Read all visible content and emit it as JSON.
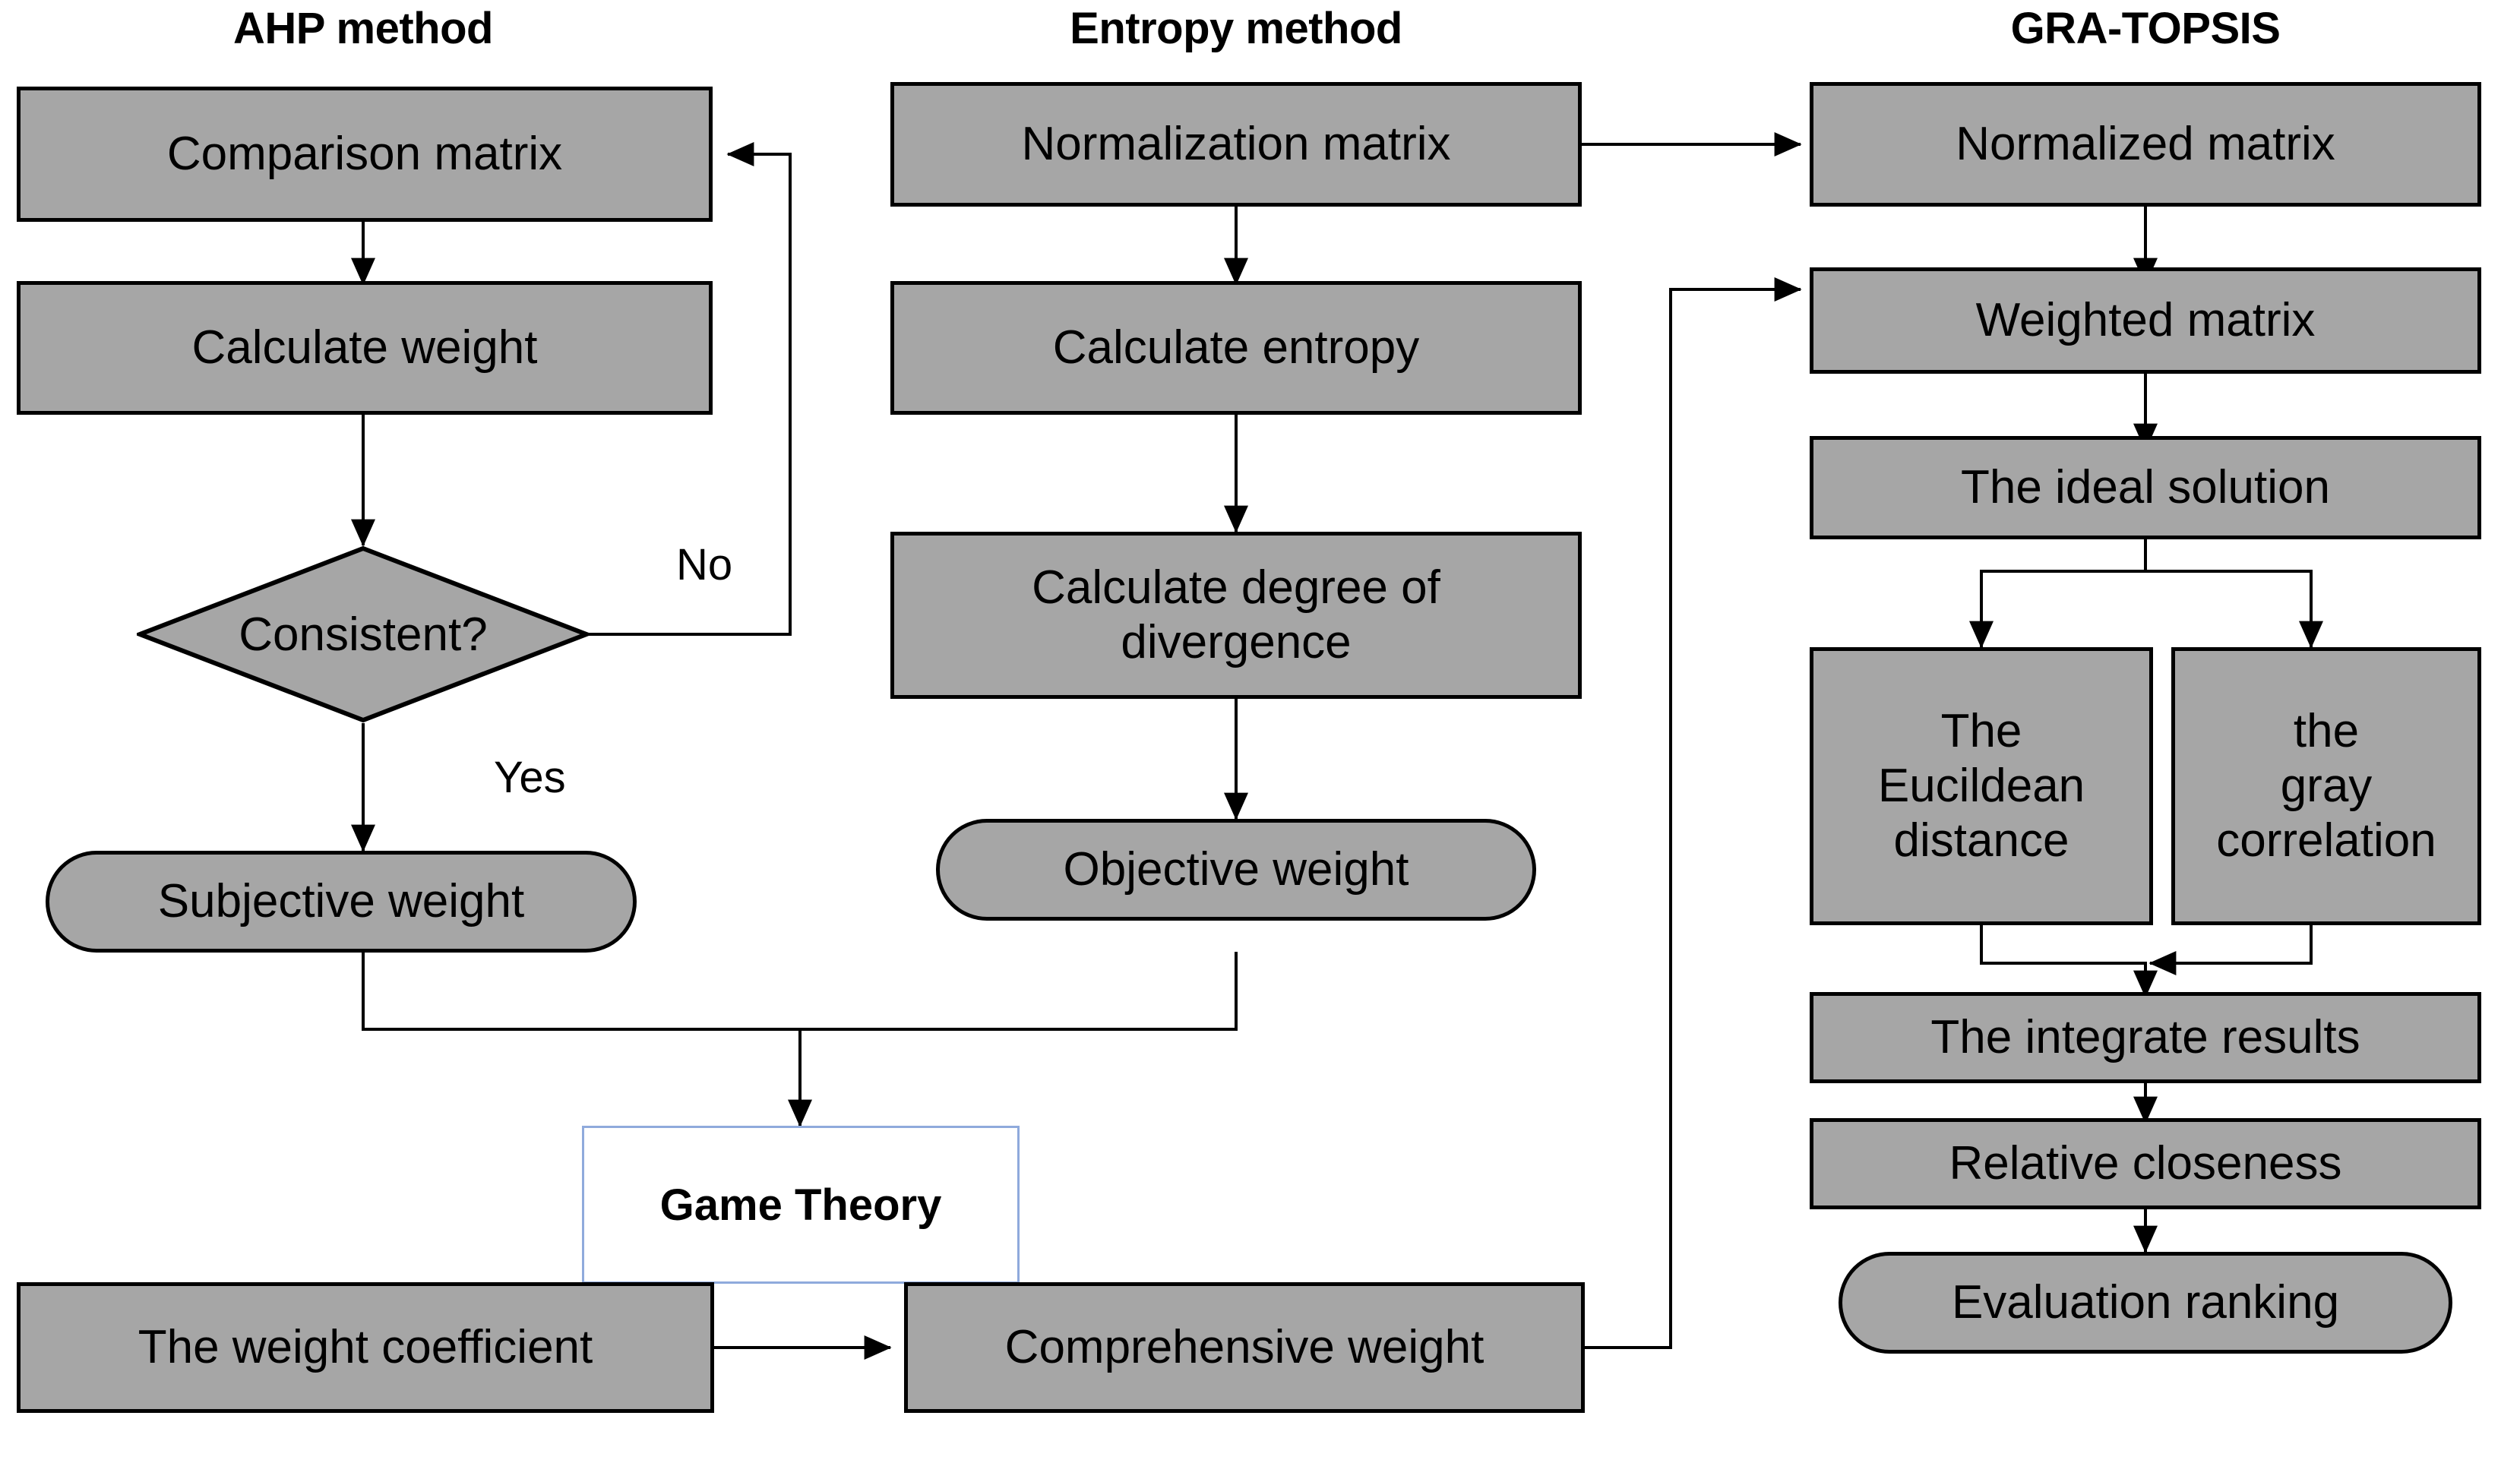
{
  "diagram": {
    "title_row": {
      "ahp": "AHP method",
      "entropy": "Entropy method",
      "gra": "GRA-TOPSIS"
    },
    "colors": {
      "node_fill": "#a6a6a6",
      "node_stroke": "#000000",
      "gametheory_stroke": "#8faadc",
      "gametheory_fill": "#ffffff",
      "background": "#ffffff",
      "connector": "#000000"
    },
    "columns": [
      {
        "name": "ahp",
        "title": "AHP method",
        "nodes": [
          {
            "id": "comparison-matrix",
            "label": "Comparison matrix",
            "shape": "rect"
          },
          {
            "id": "calculate-weight",
            "label": "Calculate weight",
            "shape": "rect"
          },
          {
            "id": "consistent",
            "label": "Consistent?",
            "shape": "diamond"
          },
          {
            "id": "subjective-weight",
            "label": "Subjective weight",
            "shape": "rounded"
          }
        ]
      },
      {
        "name": "entropy",
        "title": "Entropy method",
        "nodes": [
          {
            "id": "normalization-matrix",
            "label": "Normalization matrix",
            "shape": "rect"
          },
          {
            "id": "calculate-entropy",
            "label": "Calculate entropy",
            "shape": "rect"
          },
          {
            "id": "calculate-degree-of-divergence",
            "label": "Calculate degree of divergence",
            "line1": "Calculate degree of",
            "line2": "divergence",
            "shape": "rect"
          },
          {
            "id": "objective-weight",
            "label": "Objective weight",
            "shape": "rounded"
          }
        ]
      },
      {
        "name": "gra",
        "title": "GRA-TOPSIS",
        "nodes": [
          {
            "id": "normalized-matrix",
            "label": "Normalized matrix",
            "shape": "rect"
          },
          {
            "id": "weighted-matrix",
            "label": "Weighted matrix",
            "shape": "rect"
          },
          {
            "id": "the-ideal-solution",
            "label": "The ideal solution",
            "shape": "rect"
          },
          {
            "id": "the-euclidean-distance",
            "label": "The Eucildean distance",
            "line1": "The",
            "line2": "Eucildean",
            "line3": "distance",
            "shape": "rect"
          },
          {
            "id": "the-gray-correlation",
            "label": "the gray correlation",
            "line1": "the",
            "line2": "gray",
            "line3": "correlation",
            "shape": "rect"
          },
          {
            "id": "the-integrate-results",
            "label": "The integrate results",
            "shape": "rect"
          },
          {
            "id": "relative-closeness",
            "label": "Relative closeness",
            "shape": "rect"
          },
          {
            "id": "evaluation-ranking",
            "label": "Evaluation ranking",
            "shape": "rounded"
          }
        ]
      },
      {
        "name": "bottom",
        "title": "",
        "nodes": [
          {
            "id": "game-theory",
            "label": "Game Theory",
            "shape": "rect-blue"
          },
          {
            "id": "the-weight-coefficient",
            "label": "The weight coefficient",
            "shape": "rect"
          },
          {
            "id": "comprehensive-weight",
            "label": "Comprehensive weight",
            "shape": "rect"
          }
        ]
      }
    ],
    "edge_labels": {
      "no": "No",
      "yes": "Yes"
    },
    "edges": [
      {
        "from": "comparison-matrix",
        "to": "calculate-weight"
      },
      {
        "from": "calculate-weight",
        "to": "consistent"
      },
      {
        "from": "consistent",
        "to": "comparison-matrix",
        "label": "No"
      },
      {
        "from": "consistent",
        "to": "subjective-weight",
        "label": "Yes"
      },
      {
        "from": "subjective-weight",
        "to": "game-theory"
      },
      {
        "from": "normalization-matrix",
        "to": "calculate-entropy"
      },
      {
        "from": "normalization-matrix",
        "to": "normalized-matrix"
      },
      {
        "from": "calculate-entropy",
        "to": "calculate-degree-of-divergence"
      },
      {
        "from": "calculate-degree-of-divergence",
        "to": "objective-weight"
      },
      {
        "from": "objective-weight",
        "to": "game-theory"
      },
      {
        "from": "the-weight-coefficient",
        "to": "comprehensive-weight"
      },
      {
        "from": "comprehensive-weight",
        "to": "weighted-matrix"
      },
      {
        "from": "normalized-matrix",
        "to": "weighted-matrix"
      },
      {
        "from": "weighted-matrix",
        "to": "the-ideal-solution"
      },
      {
        "from": "the-ideal-solution",
        "to": "the-euclidean-distance"
      },
      {
        "from": "the-ideal-solution",
        "to": "the-gray-correlation"
      },
      {
        "from": "the-euclidean-distance",
        "to": "the-integrate-results"
      },
      {
        "from": "the-gray-correlation",
        "to": "the-integrate-results"
      },
      {
        "from": "the-integrate-results",
        "to": "relative-closeness"
      },
      {
        "from": "relative-closeness",
        "to": "evaluation-ranking"
      }
    ]
  }
}
